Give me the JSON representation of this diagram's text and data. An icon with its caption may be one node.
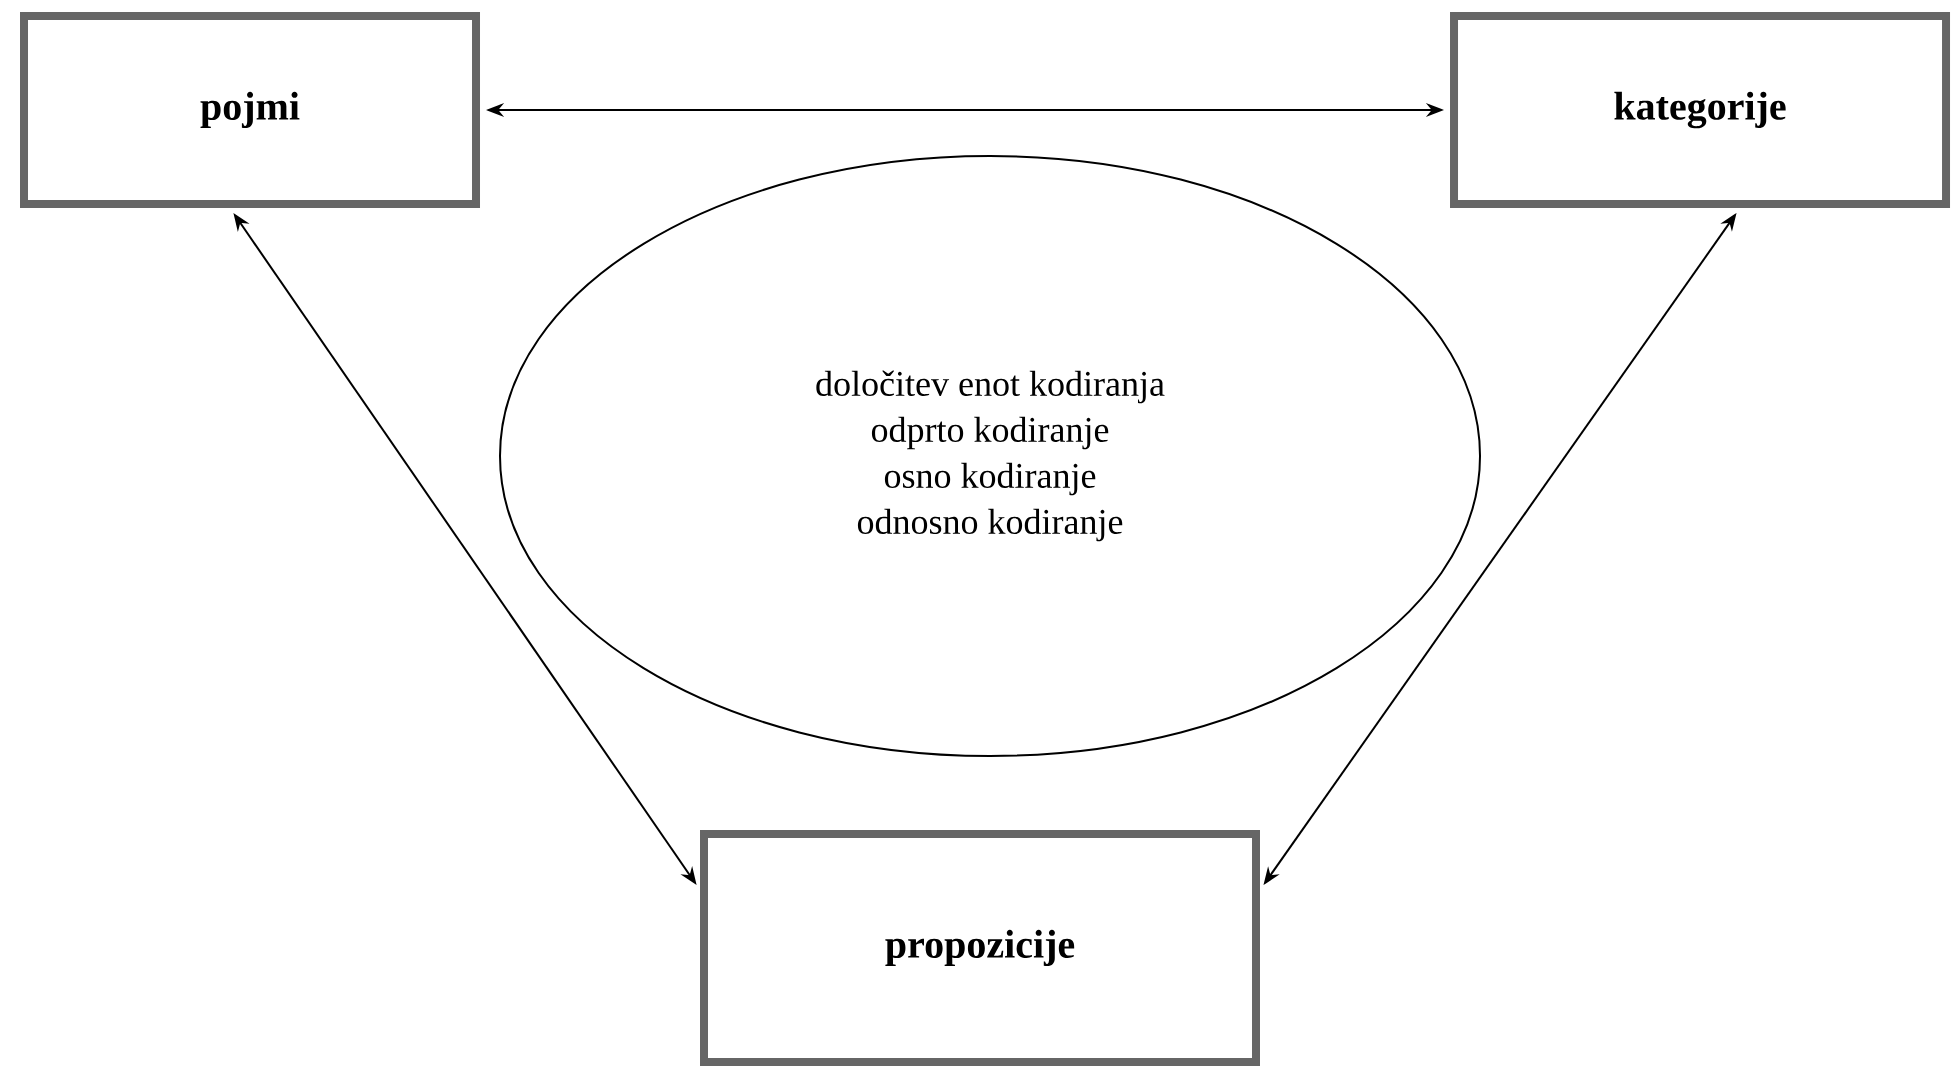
{
  "diagram": {
    "nodes": [
      {
        "text": [
          "pojmi"
        ]
      },
      {
        "text": [
          "kategorije"
        ]
      },
      {
        "text": [
          "določitev enot kodiranja",
          "odprto kodiranje",
          "osno kodiranje",
          "odnosno kodiranje"
        ]
      },
      {
        "text": [
          "propozicije"
        ]
      }
    ],
    "edges": [
      {
        "from": 0,
        "to": 1,
        "arrow": "both"
      },
      {
        "from": 0,
        "to": 3,
        "arrow": "both"
      },
      {
        "from": 1,
        "to": 3,
        "arrow": "both"
      }
    ]
  }
}
